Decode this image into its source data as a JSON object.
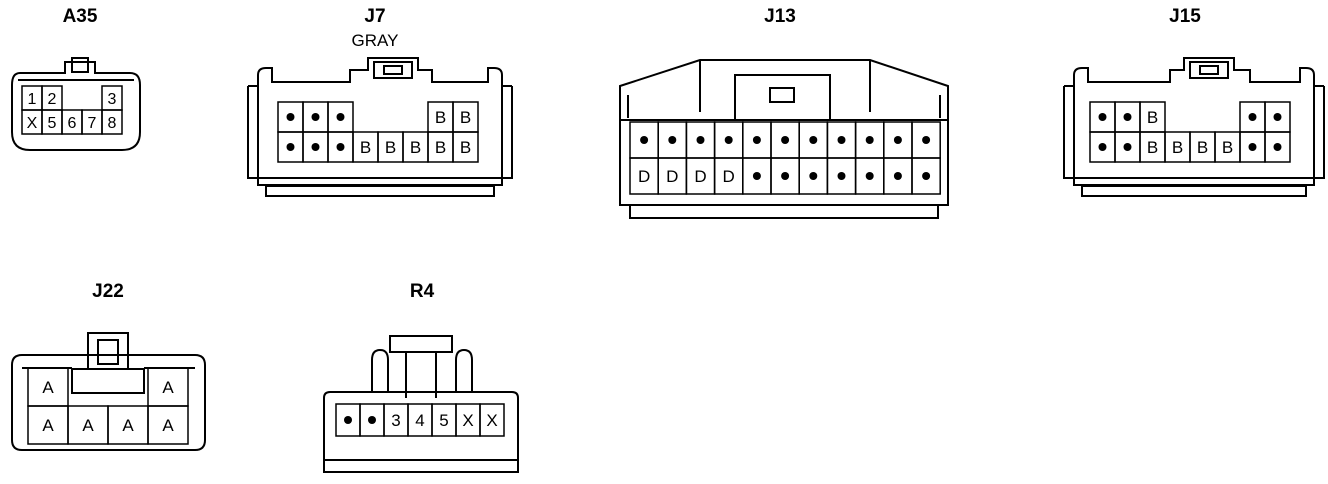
{
  "connectors": {
    "a35": {
      "label": "A35",
      "rows": [
        [
          "1",
          "2",
          "",
          "",
          "3"
        ],
        [
          "X",
          "5",
          "6",
          "7",
          "8"
        ]
      ]
    },
    "j7": {
      "label": "J7",
      "color_label": "GRAY",
      "rows": [
        [
          "•",
          "•",
          "•",
          "",
          "",
          "",
          "B",
          "B"
        ],
        [
          "•",
          "•",
          "•",
          "B",
          "B",
          "B",
          "B",
          "B"
        ]
      ]
    },
    "j13": {
      "label": "J13",
      "rows": [
        [
          "•",
          "•",
          "•",
          "•",
          "•",
          "•",
          "•",
          "•",
          "•",
          "•",
          "•"
        ],
        [
          "D",
          "D",
          "D",
          "D",
          "•",
          "•",
          "•",
          "•",
          "•",
          "•",
          "•"
        ]
      ]
    },
    "j15": {
      "label": "J15",
      "rows": [
        [
          "•",
          "•",
          "B",
          "",
          "",
          "",
          "•",
          "•"
        ],
        [
          "•",
          "•",
          "B",
          "B",
          "B",
          "B",
          "•",
          "•"
        ]
      ]
    },
    "j22": {
      "label": "J22",
      "rows": [
        [
          "A",
          "",
          "",
          "A"
        ],
        [
          "A",
          "A",
          "A",
          "A"
        ]
      ]
    },
    "r4": {
      "label": "R4",
      "rows": [
        [
          "•",
          "•",
          "3",
          "4",
          "5",
          "X",
          "X"
        ]
      ]
    }
  }
}
